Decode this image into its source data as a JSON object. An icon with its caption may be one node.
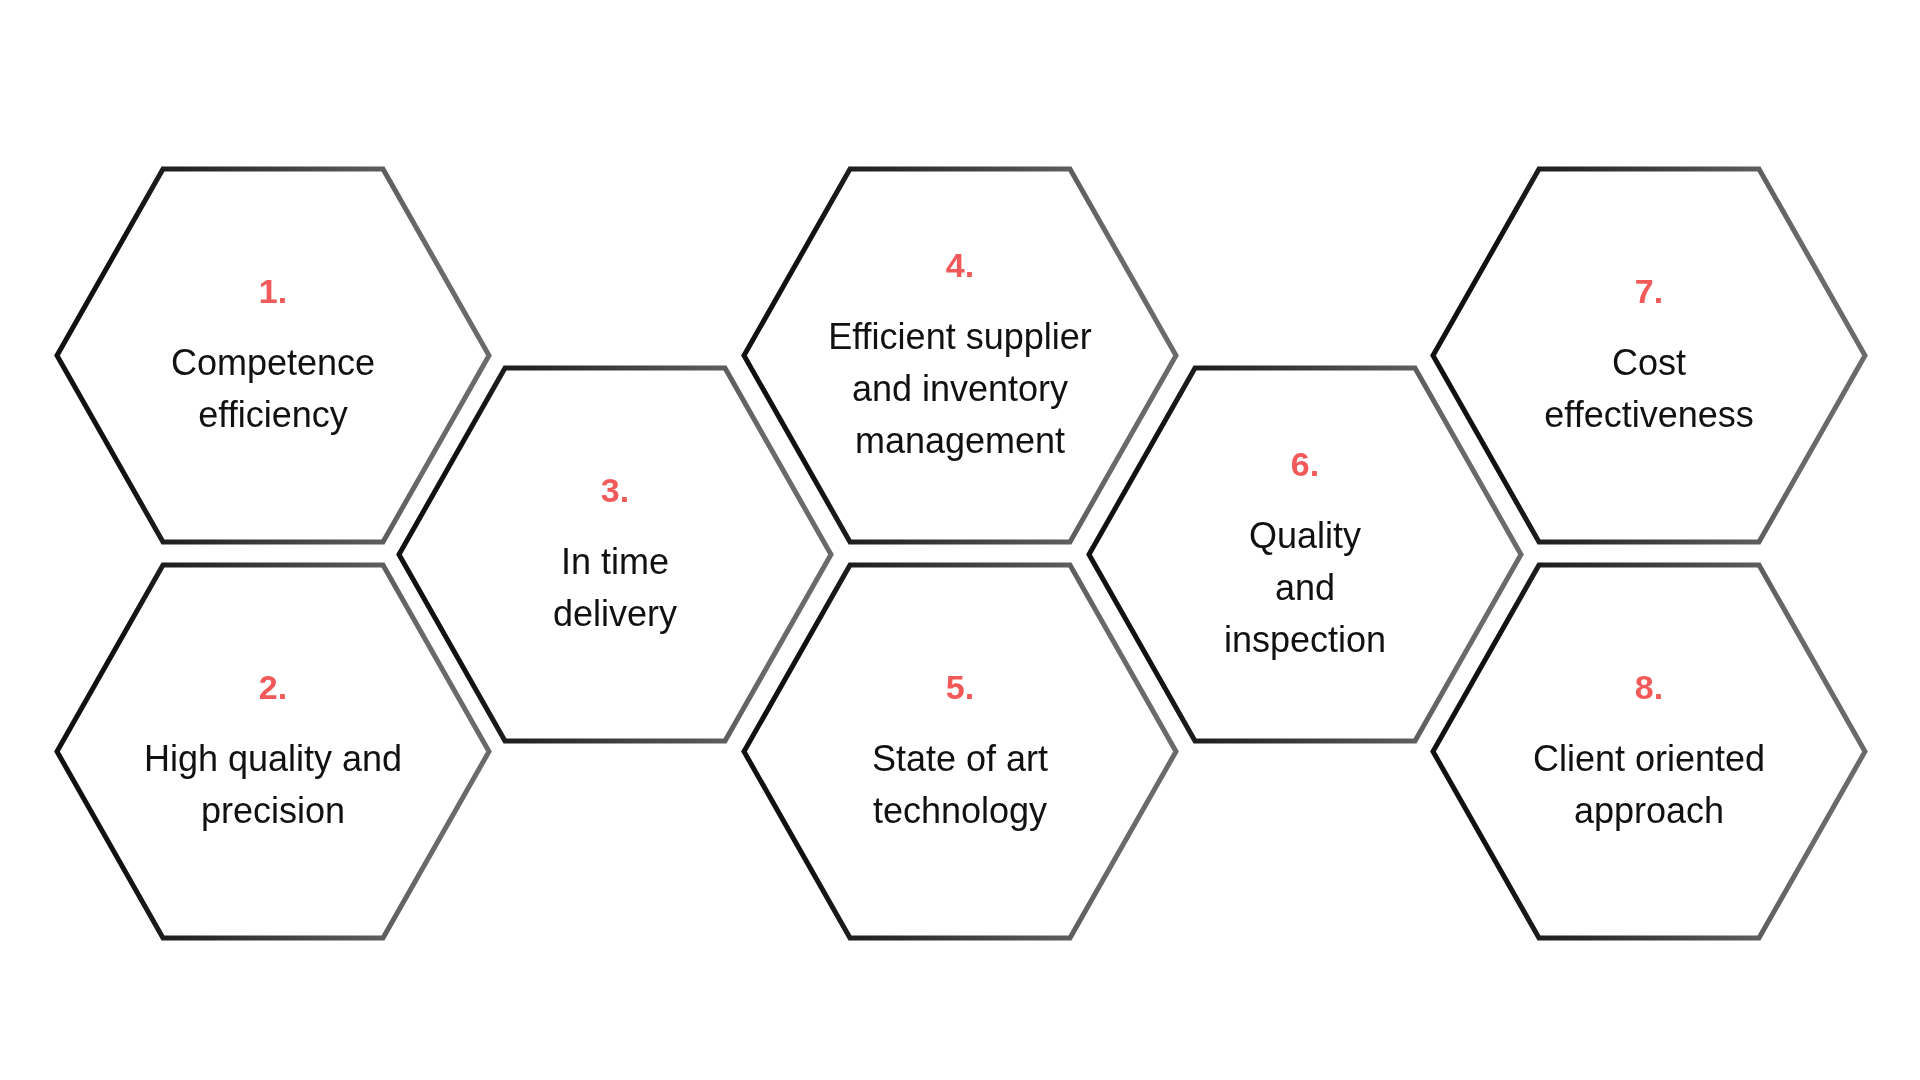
{
  "diagram": {
    "nodes": [
      {
        "text": [
          "1.",
          "Competence efficiency"
        ]
      },
      {
        "text": [
          "2.",
          "High quality and precision"
        ]
      },
      {
        "text": [
          "3.",
          "In time delivery"
        ]
      },
      {
        "text": [
          "4.",
          "Efficient supplier and inventory management"
        ]
      },
      {
        "text": [
          "5.",
          "State of art technology"
        ]
      },
      {
        "text": [
          "6.",
          "Quality and inspection"
        ]
      },
      {
        "text": [
          "7.",
          "Cost effectiveness"
        ]
      },
      {
        "text": [
          "8.",
          "Client oriented approach"
        ]
      }
    ]
  }
}
